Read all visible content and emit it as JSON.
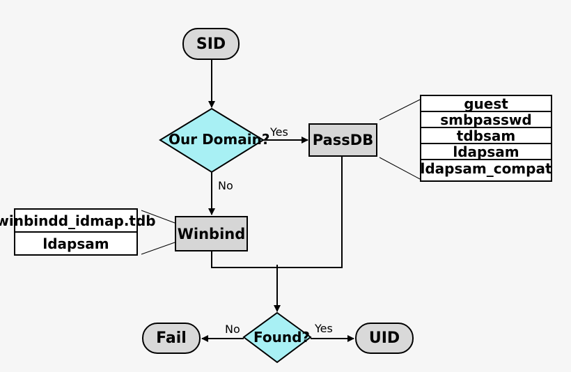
{
  "nodes": {
    "sid": "SID",
    "our_domain": "Our Domain?",
    "passdb": "PassDB",
    "winbind": "Winbind",
    "found": "Found?",
    "fail": "Fail",
    "uid": "UID"
  },
  "edge_labels": {
    "domain_yes": "Yes",
    "domain_no": "No",
    "found_yes": "Yes",
    "found_no": "No"
  },
  "passdb_backends": [
    "guest",
    "smbpasswd",
    "tdbsam",
    "ldapsam",
    "ldapsam_compat"
  ],
  "winbind_backends": [
    "winbindd_idmap.tdb",
    "ldapsam"
  ],
  "colors": {
    "decision_fill": "#a8f0f4",
    "process_fill": "#d6d6d6",
    "terminal_fill": "#d9d9d9",
    "background": "#f6f6f6"
  }
}
